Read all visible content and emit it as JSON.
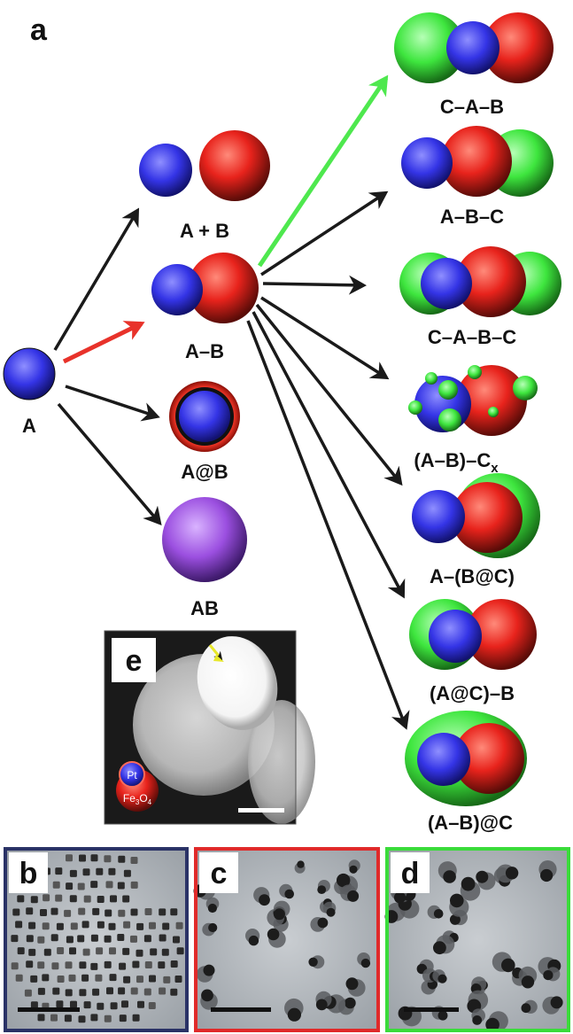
{
  "panel_a": {
    "letter": "a",
    "labels": {
      "A": "A",
      "A_plus_B": "A + B",
      "A_B": "A–B",
      "A_at_B": "A@B",
      "AB": "AB",
      "C_A_B": "C–A–B",
      "A_B_C": "A–B–C",
      "C_A_B_C": "C–A–B–C",
      "AB_Cx_main": "(A–B)–C",
      "AB_Cx_sub": "x",
      "A_BatC": "A–(B@C)",
      "AatC_B": "(A@C)–B",
      "AB_atC": "(A–B)@C"
    }
  },
  "panel_e": {
    "letter": "e",
    "legend_top": "Pt",
    "legend_bottom_main": "Fe",
    "legend_bottom_sub": "3",
    "legend_bottom_tail": "O",
    "legend_bottom_sub2": "4"
  },
  "panel_b": {
    "letter": "b",
    "frame_color": "#2a3266"
  },
  "panel_c": {
    "letter": "c",
    "frame_color": "#e02a2a"
  },
  "panel_d": {
    "letter": "d",
    "frame_color": "#3adb3a"
  },
  "colors": {
    "A": "#3b3be8",
    "B": "#e8231c",
    "C": "#3ee63e",
    "AB_alloy": "#9b4fe0",
    "arrow_default": "#1a1a1a",
    "arrow_red": "#e8322a",
    "arrow_green": "#4ee84e"
  }
}
